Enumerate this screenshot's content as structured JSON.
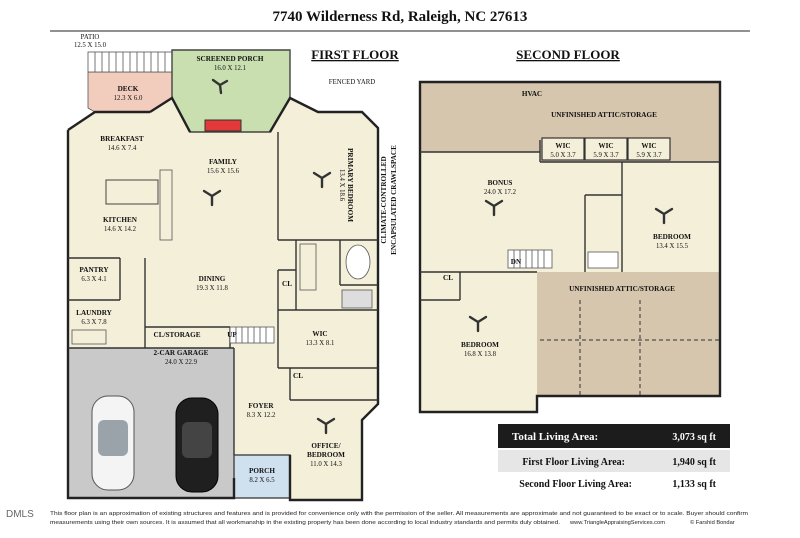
{
  "title": "7740 Wilderness Rd, Raleigh, NC 27613",
  "headings": {
    "first_floor": "First Floor",
    "second_floor": "Second Floor"
  },
  "first_floor": {
    "patio": {
      "name": "PATIO",
      "dims": "12.5 X 15.0"
    },
    "deck": {
      "name": "DECK",
      "dims": "12.3 X 6.0"
    },
    "screened_porch": {
      "name": "SCREENED PORCH",
      "dims": "16.0 X 12.1"
    },
    "fenced_yard": "FENCED YARD",
    "breakfast": {
      "name": "BREAKFAST",
      "dims": "14.6 X 7.4"
    },
    "family": {
      "name": "FAMILY",
      "dims": "15.6 X 15.6"
    },
    "kitchen": {
      "name": "KITCHEN",
      "dims": "14.6 X 14.2"
    },
    "primary_bedroom": {
      "name": "PRIMARY BEDROOM",
      "dims": "13.4 X 18.6"
    },
    "crawlspace": {
      "line1": "CLIMATE-CONTROLLED",
      "line2": "ENCAPSULATED CRAWLSPACE"
    },
    "pantry": {
      "name": "PANTRY",
      "dims": "6.3 X 4.1"
    },
    "dining": {
      "name": "DINING",
      "dims": "19.3 X 11.8"
    },
    "laundry": {
      "name": "LAUNDRY",
      "dims": "6.3 X 7.8"
    },
    "cl_storage": "CL/STORAGE",
    "up": "UP",
    "cl_a": "CL",
    "cl_b": "CL",
    "wic": {
      "name": "WIC",
      "dims": "13.3 X 8.1"
    },
    "garage": {
      "name": "2-CAR GARAGE",
      "dims": "24.0 X 22.9"
    },
    "foyer": {
      "name": "FOYER",
      "dims": "8.3 X 12.2"
    },
    "office": {
      "name": "OFFICE/",
      "name2": "BEDROOM",
      "dims": "11.0 X 14.3"
    },
    "porch": {
      "name": "PORCH",
      "dims": "8.2 X 6.5"
    }
  },
  "second_floor": {
    "hvac": "HVAC",
    "attic_top": "UNFINISHED ATTIC/STORAGE",
    "wic1": {
      "name": "WIC",
      "dims": "5.0 X 3.7"
    },
    "wic2": {
      "name": "WIC",
      "dims": "5.9 X 3.7"
    },
    "wic3": {
      "name": "WIC",
      "dims": "5.9 X 3.7"
    },
    "bonus": {
      "name": "BONUS",
      "dims": "24.0 X 17.2"
    },
    "bedroom_right": {
      "name": "BEDROOM",
      "dims": "13.4 X 15.5"
    },
    "dn": "DN",
    "cl": "CL",
    "attic_lower": "UNFINISHED ATTIC/STORAGE",
    "bedroom_left": {
      "name": "BEDROOM",
      "dims": "16.8 X 13.8"
    }
  },
  "summary": {
    "total_label": "Total Living Area:",
    "total_value": "3,073 sq ft",
    "first_label": "First Floor Living Area:",
    "first_value": "1,940 sq ft",
    "second_label": "Second Floor Living Area:",
    "second_value": "1,133 sq ft"
  },
  "disclaimer": {
    "line1": "This floor plan is an approximation of existing structures and features and is provided for convenience only with the permission of the seller.  All measurements are approximate and not guaranteed to be exact or to scale.  Buyer should confirm",
    "line2": "measurements using their own sources.  It is assumed that all workmanship in the existing property has been done according to local industry standards and permits duly obtained.",
    "website": "www.TriangleAppraisingServices.com",
    "copyright": "© Farshid Bondar"
  },
  "watermark": "DMLS",
  "colors": {
    "garage": "#c9c9c9",
    "deck": "#f2cdbd",
    "screened_porch": "#c9dfb0",
    "interior": "#f4efd9",
    "attic": "#d6c6ad",
    "porch": "#cfe0ef",
    "total_bg": "#1c1c1c",
    "row_bg": "#e6e6e6",
    "fireplace": "#e23a3a"
  }
}
